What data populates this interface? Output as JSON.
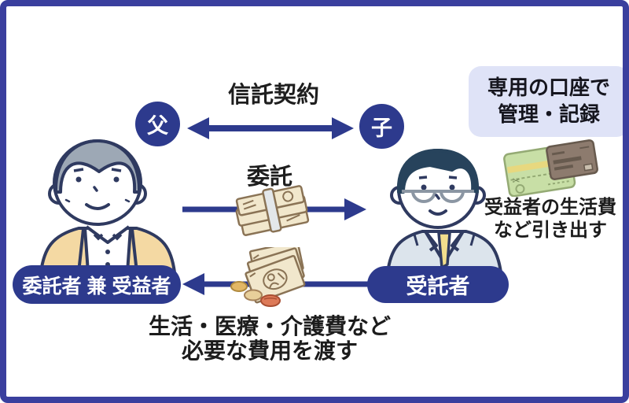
{
  "diagram_title_context": "family-trust-flow",
  "colors": {
    "frame_border": "#3a3f9e",
    "navy_accent": "#2d3a8d",
    "account_note_bg": "#dfe3f7",
    "text_dark": "#1e1e1e",
    "vest_tan": "#f4d9a3",
    "hair_gray": "#9da8b5",
    "suit_gray_blue": "#dce4ec",
    "tie_yellow": "#f2de8d",
    "banknote_cream": "#f1e7cc",
    "card_green": "#c8dfa6",
    "card_brown": "#8d7b6e"
  },
  "labels": {
    "contract": "信託契約",
    "father": "父",
    "child": "子",
    "entrust": "委託",
    "trustor_pill": "委託者 兼 受益者",
    "trustee_pill": "受託者",
    "account_note_line1": "専用の口座で",
    "account_note_line2": "管理・記録",
    "withdraw_note_line1": "受益者の生活費",
    "withdraw_note_line2": "など引き出す",
    "expense_note_line1": "生活・医療・介護費など",
    "expense_note_line2": "必要な費用を渡す"
  },
  "icons": {
    "elderly_man": "elderly-man-avatar",
    "young_man": "young-man-glasses-avatar",
    "banknote_bundle": "banknote-bundle",
    "banknotes_coins": "banknotes-and-coins",
    "bank_cards": "bank-card-and-passbook",
    "contract_arrow": "double-headed-arrow",
    "entrust_arrow": "right-arrow",
    "return_arrow": "left-arrow"
  }
}
